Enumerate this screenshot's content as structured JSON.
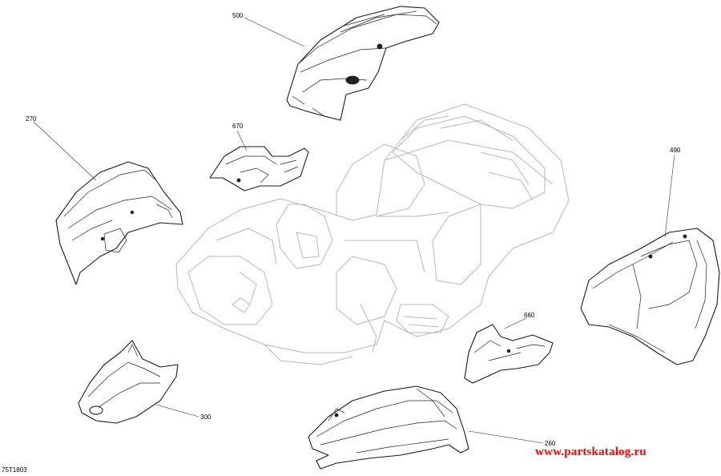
{
  "callouts": [
    {
      "id": "500",
      "label": "500"
    },
    {
      "id": "270",
      "label": "270"
    },
    {
      "id": "670",
      "label": "670"
    },
    {
      "id": "490",
      "label": "490"
    },
    {
      "id": "660",
      "label": "660"
    },
    {
      "id": "300",
      "label": "300"
    },
    {
      "id": "260",
      "label": "260"
    }
  ],
  "drawing_code": "75T1803",
  "watermark": "www.partskatalog.ru",
  "colors": {
    "watermark": "#ff0000",
    "outline": "#1a1a1a",
    "ghost": "#b8b8b8"
  }
}
